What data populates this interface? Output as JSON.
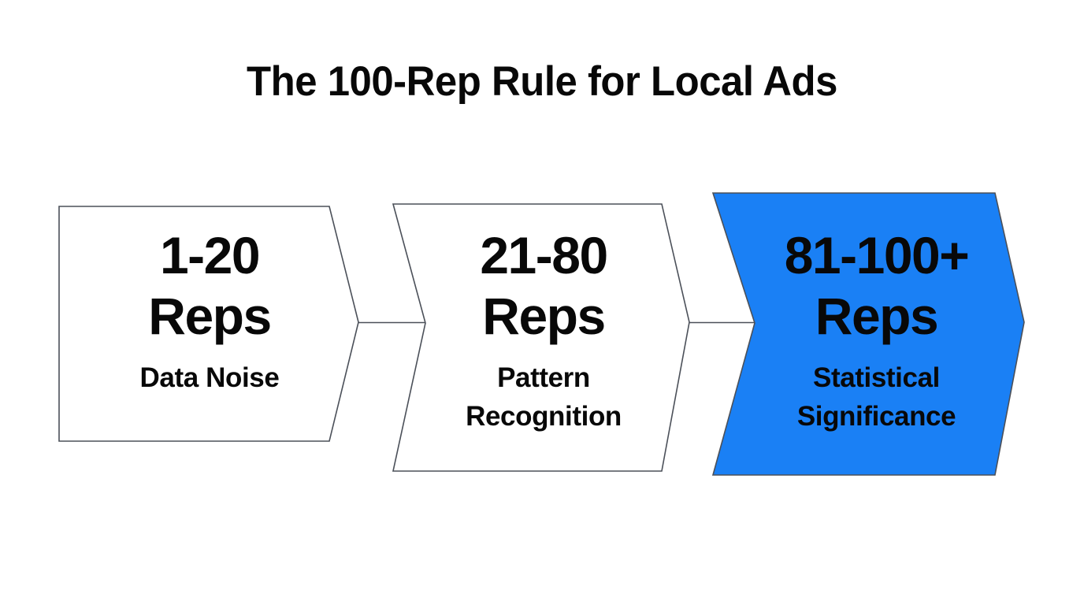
{
  "page": {
    "title": "The 100-Rep Rule for Local Ads",
    "background_color": "#ffffff",
    "text_color": "#080808"
  },
  "chart_data": {
    "type": "table",
    "title": "The 100-Rep Rule for Local Ads",
    "xlabel": "",
    "ylabel": "",
    "legend": [],
    "categories": [
      "1-20 Reps",
      "21-80 Reps",
      "81-100+ Reps"
    ],
    "values": [
      1,
      2,
      3
    ],
    "annotations": [
      "Data Noise",
      "Pattern Recognition",
      "Statistical Significance"
    ],
    "stages": [
      {
        "range": "1-20",
        "unit": "Reps",
        "label": "Data Noise",
        "fill": "#ffffff",
        "stroke": "#4b5059",
        "text_color": "#080808",
        "relative_size": 1
      },
      {
        "range": "21-80",
        "unit": "Reps",
        "label": "Pattern Recognition",
        "fill": "#ffffff",
        "stroke": "#4b5059",
        "text_color": "#080808",
        "relative_size": 2
      },
      {
        "range": "81-100+",
        "unit": "Reps",
        "label": "Statistical Significance",
        "fill": "#1a80f5",
        "stroke": "#1a80f5",
        "text_color": "#080808",
        "relative_size": 3
      }
    ]
  },
  "stage1": {
    "range": "1-20",
    "unit": "Reps",
    "label": "Data Noise"
  },
  "stage2": {
    "range": "21-80",
    "unit": "Reps",
    "label_line1": "Pattern",
    "label_line2": "Recognition"
  },
  "stage3": {
    "range": "81-100+",
    "unit": "Reps",
    "label_line1": "Statistical",
    "label_line2": "Significance"
  },
  "colors": {
    "accent_blue": "#1a80f5",
    "outline_gray": "#4b5059",
    "ink": "#080808",
    "canvas": "#ffffff"
  }
}
